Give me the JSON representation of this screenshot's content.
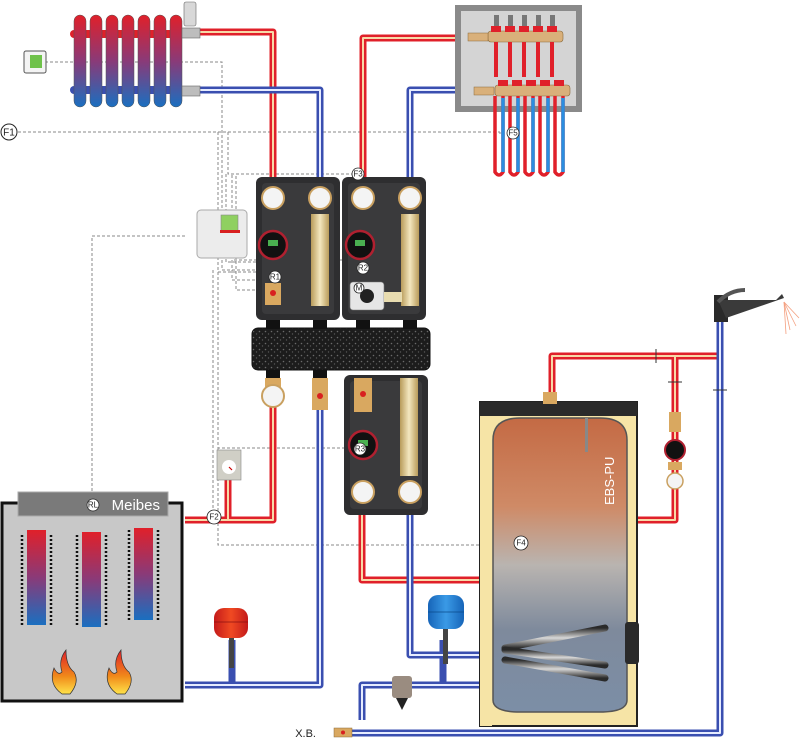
{
  "diagram": {
    "title": "Heating system schematic with boiler, pump groups, underfloor manifold and DHW cylinder",
    "colors": {
      "supply_pipe": "#e0202a",
      "return_pipe": "#3a4fb0",
      "pipe_stripe": "#f7d9a8",
      "control_line": "#8a8a8a",
      "pump_group_body": "#2e2e30",
      "insulation": "#1e1e1e",
      "boiler_body": "#c8c8c8",
      "boiler_header": "#7a7a7a",
      "cylinder_insulation": "#f6e4a6",
      "expansion_vessel_heating": "#e52421",
      "expansion_vessel_dhw": "#1e7fd6",
      "manifold_box": "#d4d4d4"
    },
    "boiler": {
      "brand_label": "Meibes",
      "sensor_label": "RL"
    },
    "cylinder": {
      "label": "EBS-PU",
      "sensor_label": "F4"
    },
    "sensors": {
      "outdoor": "F1",
      "flow_boiler": "F2",
      "manifold_flow": "F3",
      "underfloor": "F5",
      "pump1": "R1",
      "pump2": "R2",
      "pump3": "R3",
      "mixer": "M"
    },
    "inlet": {
      "cold_water_label": "X.B."
    },
    "components": {
      "room_unit": "room-thermostat",
      "controller": "heating-controller",
      "radiator": "radiator",
      "manifold": "underfloor-manifold",
      "faucet": "mixer-tap",
      "circulation_pump": "dhw-circulation-pump",
      "hydraulic_separator": "insulated-distribution-manifold",
      "pump_groups": [
        "direct-heating-circuit",
        "mixed-heating-circuit",
        "cylinder-charging-circuit"
      ]
    }
  }
}
